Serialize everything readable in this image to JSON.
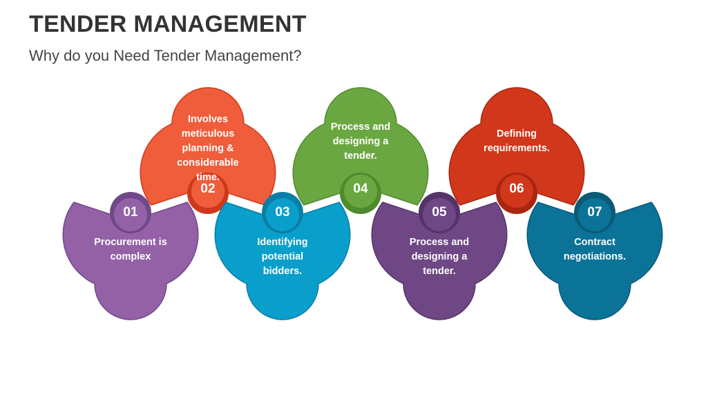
{
  "title": "TENDER MANAGEMENT",
  "subtitle": "Why do you Need Tender Management?",
  "steps": [
    {
      "number": "01",
      "text": "Procurement is complex",
      "position": "bottom",
      "color": "#9461A7",
      "dark": "#70488A"
    },
    {
      "number": "02",
      "text": "Involves meticulous planning & considerable time.",
      "position": "top",
      "color": "#EF5D3B",
      "dark": "#D0381B"
    },
    {
      "number": "03",
      "text": "Identifying potential bidders.",
      "position": "bottom",
      "color": "#0A9ECB",
      "dark": "#0B7EA6"
    },
    {
      "number": "04",
      "text": "Process and designing a tender.",
      "position": "top",
      "color": "#6BA740",
      "dark": "#4F8A2F"
    },
    {
      "number": "05",
      "text": "Process and designing a tender.",
      "position": "bottom",
      "color": "#6E4784",
      "dark": "#553367"
    },
    {
      "number": "06",
      "text": "Defining requirements.",
      "position": "top",
      "color": "#D1371B",
      "dark": "#A8260F"
    },
    {
      "number": "07",
      "text": "Contract negotiations.",
      "position": "bottom",
      "color": "#0C7398",
      "dark": "#0A5A78"
    }
  ]
}
